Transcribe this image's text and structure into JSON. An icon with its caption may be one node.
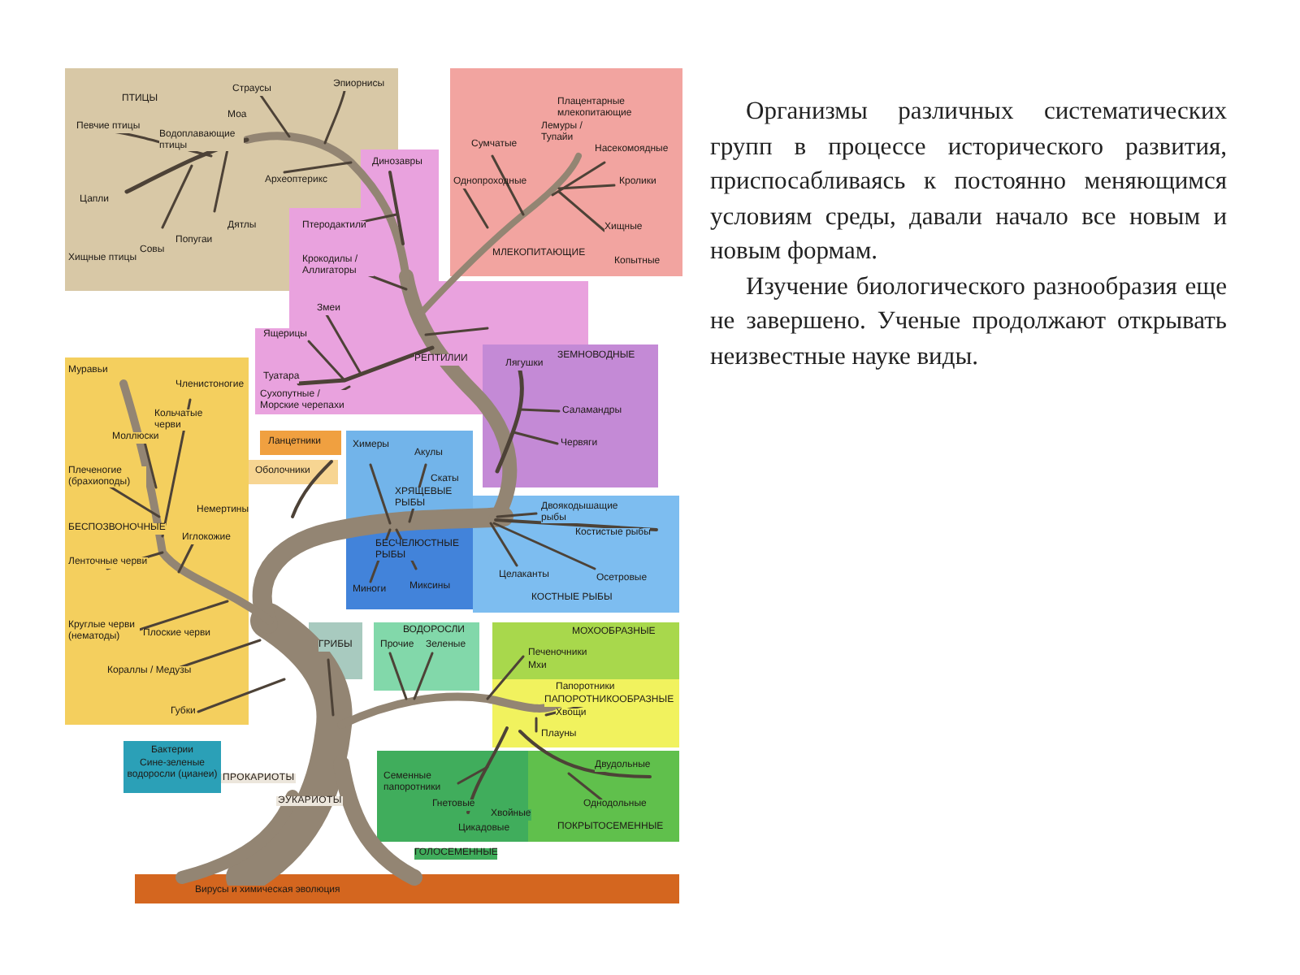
{
  "diagram": {
    "nodes": [
      {
        "text": [
          "ПТИЦЫ",
          "Страусы",
          "Эпиорнисы",
          "Моа",
          "Водоплавающие птицы",
          "Певчие птицы",
          "Археоптерикс",
          "Цапли",
          "Дятлы",
          "Попугаи",
          "Совы",
          "Хищные птицы"
        ]
      },
      {
        "text": [
          "Плацентарные млекопитающие",
          "Лемуры / Тупайи",
          "Сумчатые",
          "Насекомоядные",
          "Однопроходные",
          "Кролики",
          "Хищные",
          "МЛЕКОПИТАЮЩИЕ",
          "Копытные"
        ]
      },
      {
        "text": [
          "Динозавры",
          "Птеродактили",
          "Крокодилы / Аллигаторы",
          "Змеи",
          "Ящерицы",
          "Туатара",
          "Сухопутные / Морские черепахи",
          "РЕПТИЛИИ"
        ]
      },
      {
        "text": [
          "ЗЕМНОВОДНЫЕ",
          "Лягушки",
          "Саламандры",
          "Червяги"
        ]
      },
      {
        "text": [
          "Муравьи",
          "Членистоногие",
          "Кольчатые черви",
          "Моллюски",
          "Плеченогие (брахиоподы)",
          "БЕСПОЗВОНОЧНЫЕ",
          "Немертины",
          "Иглокожие",
          "Ленточные черви",
          "Круглые черви (нематоды)",
          "Плоские черви",
          "Кораллы / Медузы",
          "Губки"
        ]
      },
      {
        "text": [
          "Ланцетники"
        ]
      },
      {
        "text": [
          "Оболочники"
        ]
      },
      {
        "text": [
          "Химеры",
          "Акулы",
          "Скаты",
          "ХРЯЩЕВЫЕ РЫБЫ"
        ]
      },
      {
        "text": [
          "БЕСЧЕЛЮСТНЫЕ РЫБЫ",
          "Миноги",
          "Миксины"
        ]
      },
      {
        "text": [
          "Двоякодышащие рыбы",
          "Костистые рыбы",
          "Целаканты",
          "Осетровые",
          "КОСТНЫЕ РЫБЫ"
        ]
      },
      {
        "text": [
          "ГРИБЫ"
        ]
      },
      {
        "text": [
          "ВОДОРОСЛИ",
          "Прочие",
          "Зеленые"
        ]
      },
      {
        "text": [
          "МОХООБРАЗНЫЕ",
          "Печеночники",
          "Мхи"
        ]
      },
      {
        "text": [
          "Папоротники",
          "ПАПОРОТНИКООБРАЗНЫЕ",
          "Хвощи",
          "Плауны"
        ]
      },
      {
        "text": [
          "Семенные папоротники",
          "Гнетовые",
          "Хвойные",
          "Цикадовые",
          "ГОЛОСЕМЕННЫЕ"
        ]
      },
      {
        "text": [
          "Двудольные",
          "Однодольные",
          "ПОКРЫТОСЕМЕННЫЕ"
        ]
      },
      {
        "text": [
          "Бактерии",
          "Сине-зеленые водоросли (цианеи)"
        ]
      },
      {
        "text": [
          "Вирусы и химическая эволюция"
        ]
      }
    ],
    "labels": [
      "ПРОКАРИОТЫ",
      "ЭУКАРИОТЫ",
      "Организмы различных систематических групп в процессе исторического развития, приспосабливаясь к постоянно меняющимся условиям среды, давали начало все новым и новым формам.",
      "Изучение биологического разнообразия еще не завершено. Ученые продолжают открывать неизвестные науке виды."
    ]
  }
}
